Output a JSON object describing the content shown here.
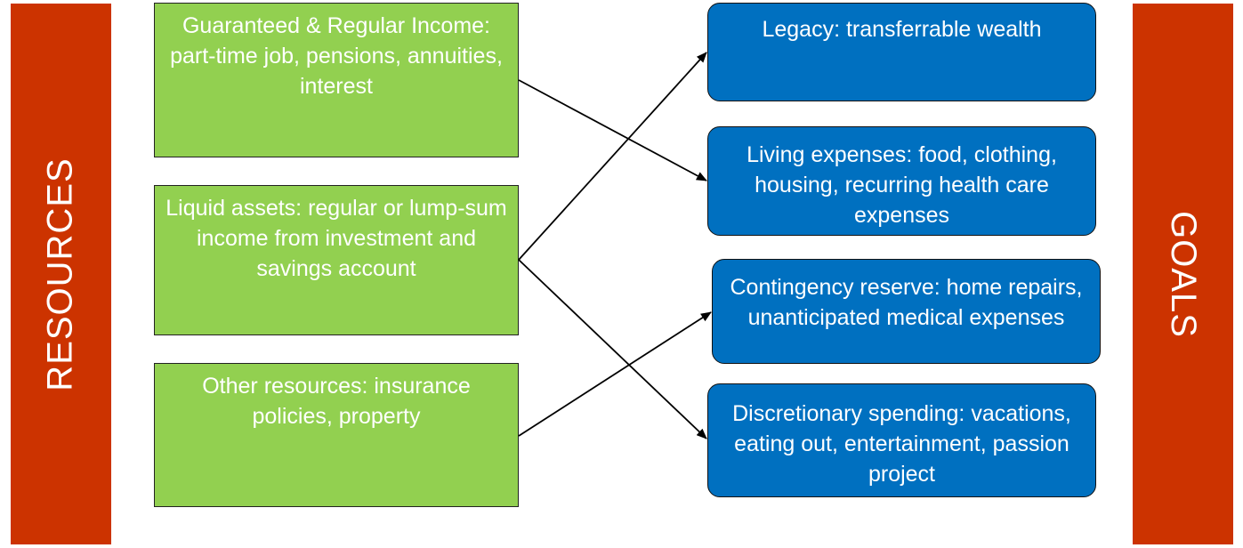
{
  "side_labels": {
    "left": "RESOURCES",
    "right": "GOALS"
  },
  "resources": [
    {
      "text": "Guaranteed & Regular Income: part-time job, pensions, annuities, interest"
    },
    {
      "text": "Liquid assets: regular or lump-sum income from investment and savings account"
    },
    {
      "text": "Other resources: insurance policies, property"
    }
  ],
  "goals": [
    {
      "text": "Legacy: transferrable wealth"
    },
    {
      "text": "Living expenses: food, clothing, housing, recurring health care expenses"
    },
    {
      "text": "Contingency reserve: home repairs, unanticipated medical expenses"
    },
    {
      "text": "Discretionary spending: vacations, eating out, entertainment, passion project"
    }
  ],
  "colors": {
    "side_bar": "#cc3300",
    "resource_box": "#92d050",
    "goal_box": "#0070c0",
    "arrow": "#000000"
  }
}
